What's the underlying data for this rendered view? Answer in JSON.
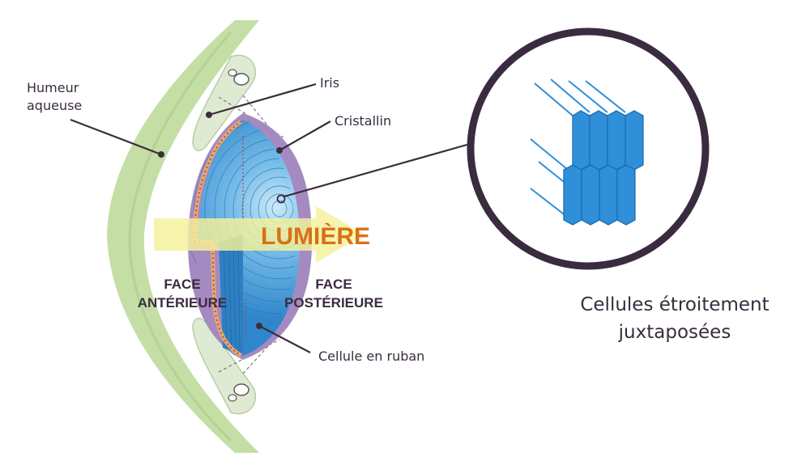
{
  "labels": {
    "humeur_line1": "Humeur",
    "humeur_line2": "aqueuse",
    "iris": "Iris",
    "cristallin": "Cristallin",
    "lumiere": "LUMIÈRE",
    "face_ant_line1": "FACE",
    "face_ant_line2": "ANTÉRIEURE",
    "face_post_line1": "FACE",
    "face_post_line2": "POSTÉRIEURE",
    "cellule_ruban": "Cellule en ruban",
    "zoom_caption_line1": "Cellules étroitement",
    "zoom_caption_line2": "juxtaposées"
  },
  "colors": {
    "cornea": "#c4dea6",
    "iris": "#dfead2",
    "lens_blue": "#3a8fd0",
    "lens_light": "#9fd2f2",
    "lens_purple": "#a58ac2",
    "arrow": "#f4f19a",
    "lumiere_text": "#d97016",
    "ink": "#3a2c3e",
    "cell_fill": "#2f8fd8"
  }
}
